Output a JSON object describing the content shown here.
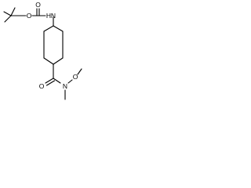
{
  "structure": {
    "atoms": {
      "carbamate_oxygen_double": "O",
      "carbamate_oxygen_single": "O",
      "amine_nitrogen": "N",
      "amine_hydrogen": "H",
      "amide_oxygen": "O",
      "amide_nitrogen": "N",
      "methoxy_oxygen": "O"
    }
  }
}
